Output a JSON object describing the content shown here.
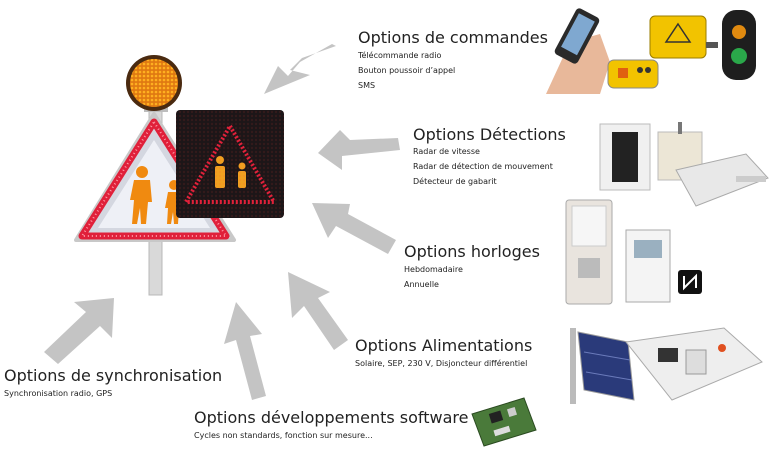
{
  "sections": {
    "commandes": {
      "title": "Options de commandes",
      "items": [
        "Télécommande radio",
        "Bouton poussoir d’appel",
        "SMS"
      ]
    },
    "detections": {
      "title": "Options Détections",
      "items": [
        "Radar de vitesse",
        "Radar de détection de mouvement",
        "Détecteur de gabarit"
      ]
    },
    "horloges": {
      "title": "Options horloges",
      "items": [
        "Hebdomadaire",
        "Annuelle"
      ]
    },
    "alimentations": {
      "title": "Options Alimentations",
      "items": [
        "Solaire, SEP, 230 V, Disjoncteur différentiel"
      ]
    },
    "synchronisation": {
      "title": "Options de synchronisation",
      "items": [
        "Synchronisation radio, GPS"
      ]
    },
    "developpements": {
      "title": "Options développements software",
      "items": [
        "Cycles non standards, fonction sur mesure..."
      ]
    }
  },
  "colors": {
    "arrow": "#c4c4c4",
    "led_red": "#e0203a",
    "led_amber": "#f08a10",
    "panel_dark": "#1c1618"
  },
  "icons": {
    "nfc_badge": "nfc-icon"
  }
}
